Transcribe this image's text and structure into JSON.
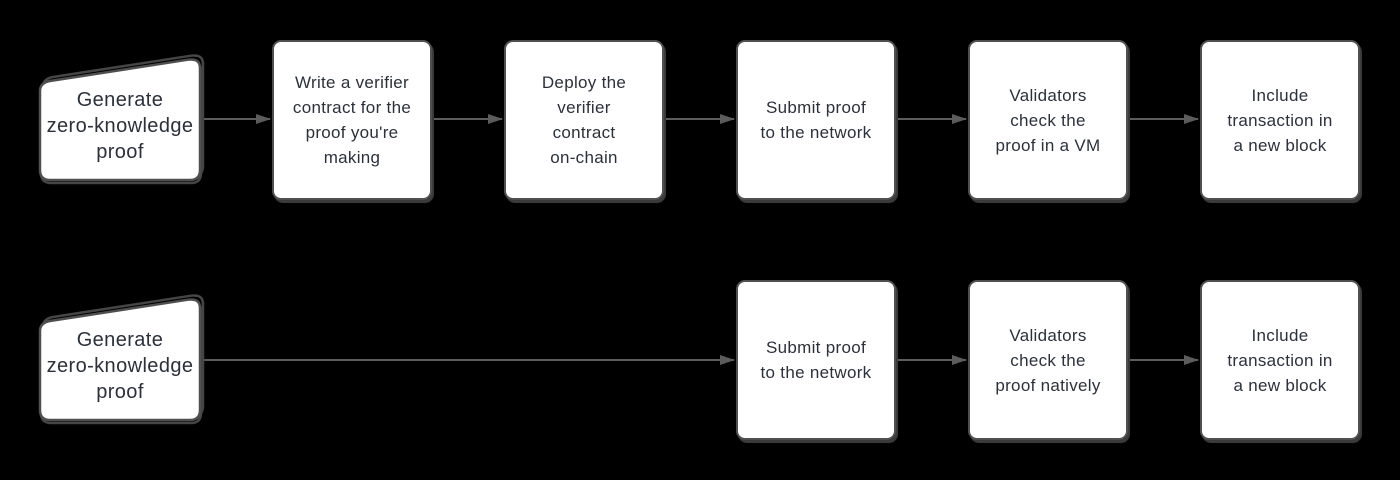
{
  "diagram": {
    "background_color": "#000000",
    "node_fill_color": "#ffffff",
    "node_border_color": "#4f4f4f",
    "arrow_color": "#5c5c5c",
    "text_color": "#2b313c",
    "rows": [
      {
        "name": "flow-with-verifier-contract",
        "nodes": [
          {
            "shape": "manual-input",
            "label": "Generate\nzero-knowledge\nproof"
          },
          {
            "shape": "rounded-rect",
            "label": "Write a verifier\ncontract for the\nproof you're\nmaking"
          },
          {
            "shape": "rounded-rect",
            "label": "Deploy the\nverifier\ncontract\non-chain"
          },
          {
            "shape": "rounded-rect",
            "label": "Submit proof\nto the network"
          },
          {
            "shape": "rounded-rect",
            "label": "Validators\ncheck the\nproof in a VM"
          },
          {
            "shape": "rounded-rect",
            "label": "Include\ntransaction in\na new block"
          }
        ]
      },
      {
        "name": "flow-with-native-verification",
        "nodes": [
          {
            "shape": "manual-input",
            "label": "Generate\nzero-knowledge\nproof"
          },
          {
            "shape": "rounded-rect",
            "label": "Submit proof\nto the network"
          },
          {
            "shape": "rounded-rect",
            "label": "Validators\ncheck the\nproof natively"
          },
          {
            "shape": "rounded-rect",
            "label": "Include\ntransaction in\na new block"
          }
        ]
      }
    ]
  }
}
